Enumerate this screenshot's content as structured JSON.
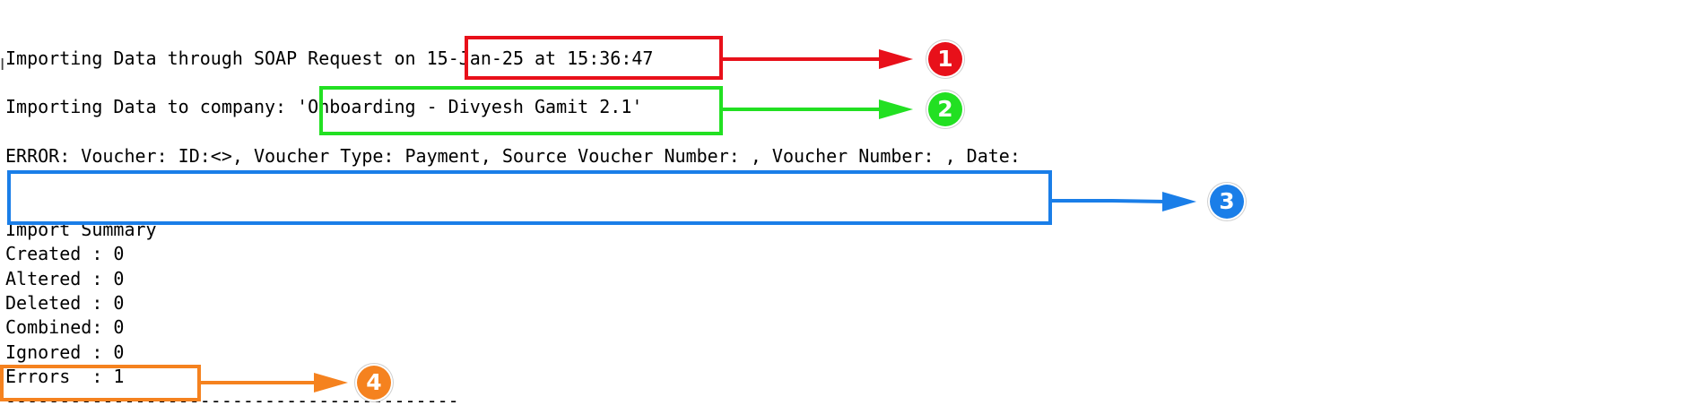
{
  "log": {
    "request_prefix": "Importing Data through SOAP Request on ",
    "request_datetime": "15-Jan-25 at 15:36:47",
    "company_prefix": "Importing Data to company: ",
    "company_name": "'Onboarding - Divyesh Gamit 2.1'",
    "error_line": "ERROR: Voucher: ID:<>, Voucher Type: Payment, Source Voucher Number: , Voucher Number: , Date:",
    "summary_title": "Import Summary",
    "created": "Created : 0",
    "altered": "Altered : 0",
    "deleted": "Deleted : 0",
    "combined": "Combined: 0",
    "ignored": "Ignored : 0",
    "errors": "Errors  : 1",
    "separator": "------------------------------------------"
  },
  "callouts": [
    {
      "number": "1",
      "color": "#e8101a"
    },
    {
      "number": "2",
      "color": "#22e022"
    },
    {
      "number": "3",
      "color": "#1a7ee8"
    },
    {
      "number": "4",
      "color": "#f5821f"
    }
  ]
}
